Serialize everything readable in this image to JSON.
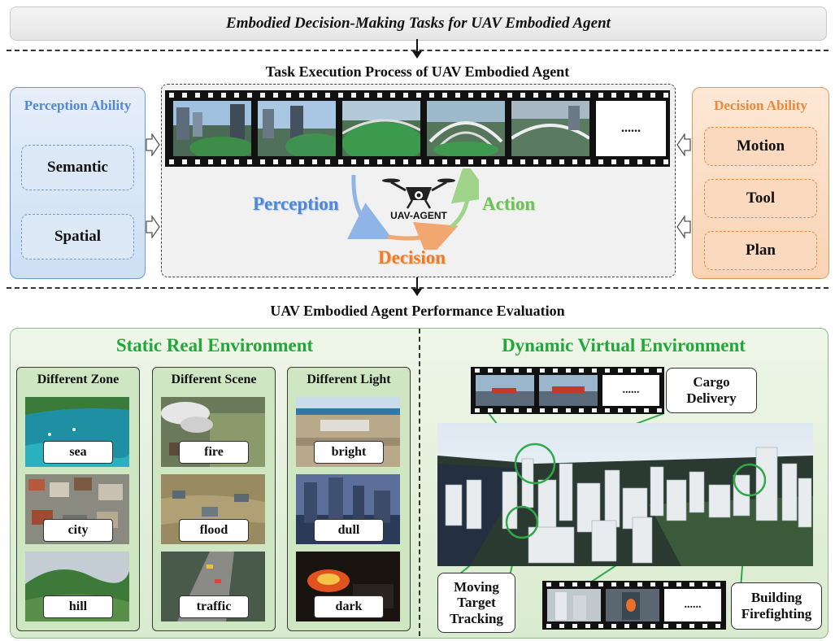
{
  "header": {
    "title": "Embodied Decision-Making Tasks for UAV Embodied Agent"
  },
  "process": {
    "title": "Task Execution Process of UAV Embodied Agent",
    "ellipsis": "......",
    "agent_label": "UAV-AGENT",
    "perception": "Perception",
    "decision": "Decision",
    "action": "Action"
  },
  "perception_ability": {
    "title": "Perception Ability",
    "items": [
      "Semantic",
      "Spatial"
    ]
  },
  "decision_ability": {
    "title": "Decision Ability",
    "items": [
      "Motion",
      "Tool",
      "Plan"
    ]
  },
  "evaluation": {
    "title": "UAV Embodied Agent Performance Evaluation"
  },
  "static_env": {
    "title": "Static Real Environment",
    "columns": [
      {
        "title": "Different Zone",
        "items": [
          "sea",
          "city",
          "hill"
        ]
      },
      {
        "title": "Different Scene",
        "items": [
          "fire",
          "flood",
          "traffic"
        ]
      },
      {
        "title": "Different Light",
        "items": [
          "bright",
          "dull",
          "dark"
        ]
      }
    ]
  },
  "dynamic_env": {
    "title": "Dynamic Virtual Environment",
    "cargo": "Cargo Delivery",
    "tracking": "Moving Target Tracking",
    "firefighting": "Building Firefighting",
    "ellipsis": "......"
  },
  "colors": {
    "perception": "#4f86d6",
    "decision": "#f07a2a",
    "action": "#6fbf5a",
    "env_title": "#22a83a",
    "callout_line": "#2fa94a"
  }
}
